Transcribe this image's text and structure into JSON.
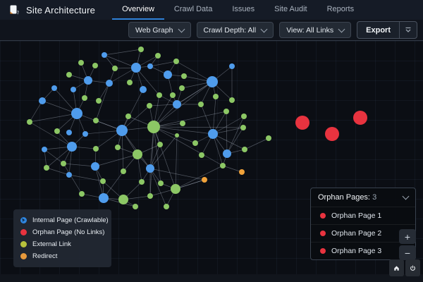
{
  "app": {
    "title": "Site Architecture"
  },
  "nav": {
    "tabs": [
      {
        "label": "Overview",
        "active": true
      },
      {
        "label": "Crawl Data",
        "active": false
      },
      {
        "label": "Issues",
        "active": false
      },
      {
        "label": "Site Audit",
        "active": false
      },
      {
        "label": "Reports",
        "active": false
      }
    ]
  },
  "toolbar": {
    "graph_type_dropdown": "Web Graph",
    "crawl_depth_dropdown": "Crawl Depth: All",
    "view_dropdown": "View: All Links",
    "export_label": "Export"
  },
  "legend": {
    "items": [
      {
        "label": "Internal Page (Crawlable)",
        "color": "#2f86e0",
        "icon": "cursor-badge"
      },
      {
        "label": "Orphan Page (No Links)",
        "color": "#e8333f",
        "icon": "dot"
      },
      {
        "label": "External Link",
        "color": "#b8c23c",
        "icon": "dot"
      },
      {
        "label": "Redirect",
        "color": "#e89a3c",
        "icon": "dot"
      }
    ]
  },
  "orphan_panel": {
    "title": "Orphan Pages:",
    "count": "3",
    "dot_color": "#e8333f",
    "items": [
      {
        "label": "Orphan Page 1"
      },
      {
        "label": "Orphan Page 2"
      },
      {
        "label": "Orphan Page 3"
      }
    ]
  },
  "zoom_controls": {
    "zoom_in": "+",
    "zoom_out": "−"
  },
  "graph": {
    "colors": {
      "b": "#4f9cec",
      "g": "#8cc765",
      "o": "#f0a23a",
      "r": "#e8333f"
    },
    "edge_color": "rgba(195,205,220,0.38)",
    "nodes": [
      [
        148,
        78,
        4,
        "b"
      ],
      [
        193,
        96,
        7,
        "b"
      ],
      [
        213,
        94,
        4,
        "b"
      ],
      [
        125,
        114,
        6,
        "b"
      ],
      [
        155,
        118,
        5,
        "b"
      ],
      [
        238,
        106,
        6,
        "b"
      ],
      [
        301,
        116,
        8,
        "b"
      ],
      [
        329,
        94,
        4,
        "b"
      ],
      [
        77,
        125,
        4,
        "b"
      ],
      [
        104,
        127,
        4,
        "b"
      ],
      [
        203,
        127,
        5,
        "b"
      ],
      [
        60,
        143,
        5,
        "b"
      ],
      [
        109,
        161,
        8,
        "b"
      ],
      [
        251,
        148,
        6,
        "b"
      ],
      [
        173,
        185,
        8,
        "b"
      ],
      [
        98,
        188,
        4,
        "b"
      ],
      [
        121,
        190,
        4,
        "b"
      ],
      [
        302,
        190,
        7,
        "b"
      ],
      [
        63,
        212,
        4,
        "b"
      ],
      [
        102,
        208,
        7,
        "b"
      ],
      [
        322,
        218,
        6,
        "b"
      ],
      [
        135,
        236,
        6,
        "b"
      ],
      [
        213,
        239,
        6,
        "b"
      ],
      [
        98,
        248,
        4,
        "b"
      ],
      [
        147,
        281,
        7,
        "b"
      ],
      [
        200,
        70,
        4,
        "g"
      ],
      [
        224,
        79,
        4,
        "g"
      ],
      [
        250,
        87,
        4,
        "g"
      ],
      [
        115,
        89,
        4,
        "g"
      ],
      [
        135,
        93,
        4,
        "g"
      ],
      [
        163,
        97,
        4,
        "g"
      ],
      [
        98,
        106,
        4,
        "g"
      ],
      [
        184,
        117,
        4,
        "g"
      ],
      [
        261,
        108,
        4,
        "g"
      ],
      [
        120,
        139,
        4,
        "g"
      ],
      [
        140,
        143,
        4,
        "g"
      ],
      [
        226,
        135,
        4,
        "g"
      ],
      [
        245,
        135,
        4,
        "g"
      ],
      [
        258,
        125,
        4,
        "g"
      ],
      [
        306,
        137,
        4,
        "g"
      ],
      [
        329,
        142,
        4,
        "g"
      ],
      [
        42,
        173,
        4,
        "g"
      ],
      [
        81,
        186,
        4,
        "g"
      ],
      [
        136,
        171,
        4,
        "g"
      ],
      [
        182,
        165,
        4,
        "g"
      ],
      [
        212,
        150,
        4,
        "g"
      ],
      [
        218,
        180,
        9,
        "g"
      ],
      [
        251,
        192,
        3,
        "g"
      ],
      [
        259,
        175,
        4,
        "g"
      ],
      [
        285,
        148,
        4,
        "g"
      ],
      [
        321,
        158,
        4,
        "g"
      ],
      [
        346,
        165,
        4,
        "g"
      ],
      [
        345,
        181,
        4,
        "g"
      ],
      [
        90,
        232,
        4,
        "g"
      ],
      [
        66,
        238,
        4,
        "g"
      ],
      [
        136,
        211,
        4,
        "g"
      ],
      [
        167,
        209,
        4,
        "g"
      ],
      [
        195,
        219,
        7,
        "g"
      ],
      [
        227,
        205,
        4,
        "g"
      ],
      [
        277,
        203,
        4,
        "g"
      ],
      [
        286,
        220,
        4,
        "g"
      ],
      [
        316,
        235,
        4,
        "g"
      ],
      [
        347,
        212,
        4,
        "g"
      ],
      [
        146,
        257,
        4,
        "g"
      ],
      [
        175,
        243,
        4,
        "g"
      ],
      [
        201,
        258,
        4,
        "g"
      ],
      [
        228,
        260,
        4,
        "g"
      ],
      [
        175,
        283,
        7,
        "g"
      ],
      [
        213,
        278,
        4,
        "g"
      ],
      [
        249,
        268,
        7,
        "g"
      ],
      [
        192,
        293,
        4,
        "g"
      ],
      [
        236,
        293,
        4,
        "g"
      ],
      [
        116,
        275,
        4,
        "g"
      ],
      [
        381,
        196,
        4,
        "g"
      ],
      [
        290,
        255,
        4,
        "o"
      ],
      [
        343,
        244,
        4,
        "o"
      ],
      [
        429,
        174,
        10,
        "r"
      ],
      [
        471,
        190,
        10,
        "r"
      ],
      [
        511,
        167,
        10,
        "r"
      ]
    ],
    "edges": [
      [
        1,
        0
      ],
      [
        1,
        2
      ],
      [
        1,
        30
      ],
      [
        1,
        32
      ],
      [
        1,
        25
      ],
      [
        1,
        26
      ],
      [
        1,
        4
      ],
      [
        1,
        10
      ],
      [
        1,
        36
      ],
      [
        6,
        7
      ],
      [
        6,
        33
      ],
      [
        6,
        38
      ],
      [
        6,
        39
      ],
      [
        6,
        40
      ],
      [
        6,
        49
      ],
      [
        6,
        27
      ],
      [
        6,
        13
      ],
      [
        12,
        8
      ],
      [
        12,
        9
      ],
      [
        12,
        16
      ],
      [
        12,
        41
      ],
      [
        12,
        42
      ],
      [
        12,
        34
      ],
      [
        12,
        11
      ],
      [
        12,
        15
      ],
      [
        12,
        14
      ],
      [
        14,
        44
      ],
      [
        14,
        43
      ],
      [
        14,
        45
      ],
      [
        14,
        46
      ],
      [
        14,
        56
      ],
      [
        14,
        57
      ],
      [
        14,
        16
      ],
      [
        14,
        22
      ],
      [
        14,
        64
      ],
      [
        14,
        55
      ],
      [
        14,
        10
      ],
      [
        46,
        45
      ],
      [
        46,
        44
      ],
      [
        46,
        36
      ],
      [
        46,
        37
      ],
      [
        46,
        48
      ],
      [
        46,
        58
      ],
      [
        46,
        59
      ],
      [
        46,
        61
      ],
      [
        46,
        66
      ],
      [
        46,
        68
      ],
      [
        46,
        17
      ],
      [
        46,
        6
      ],
      [
        46,
        69
      ],
      [
        46,
        50
      ],
      [
        46,
        52
      ],
      [
        46,
        22
      ],
      [
        46,
        13
      ],
      [
        17,
        49
      ],
      [
        17,
        50
      ],
      [
        17,
        51
      ],
      [
        17,
        52
      ],
      [
        17,
        59
      ],
      [
        17,
        60
      ],
      [
        17,
        61
      ],
      [
        17,
        20
      ],
      [
        17,
        62
      ],
      [
        17,
        39
      ],
      [
        19,
        18
      ],
      [
        19,
        53
      ],
      [
        19,
        54
      ],
      [
        19,
        42
      ],
      [
        19,
        23
      ],
      [
        19,
        55
      ],
      [
        19,
        41
      ],
      [
        19,
        16
      ],
      [
        21,
        53
      ],
      [
        21,
        63
      ],
      [
        21,
        55
      ],
      [
        21,
        57
      ],
      [
        22,
        65
      ],
      [
        22,
        66
      ],
      [
        22,
        68
      ],
      [
        22,
        58
      ],
      [
        22,
        57
      ],
      [
        22,
        71
      ],
      [
        22,
        47
      ],
      [
        24,
        63
      ],
      [
        24,
        67
      ],
      [
        24,
        70
      ],
      [
        24,
        72
      ],
      [
        24,
        64
      ],
      [
        24,
        21
      ],
      [
        67,
        70
      ],
      [
        67,
        65
      ],
      [
        67,
        63
      ],
      [
        67,
        68
      ],
      [
        69,
        71
      ],
      [
        69,
        68
      ],
      [
        69,
        66
      ],
      [
        69,
        61
      ],
      [
        69,
        74
      ],
      [
        69,
        47
      ],
      [
        5,
        27
      ],
      [
        5,
        2
      ],
      [
        5,
        33
      ],
      [
        5,
        37
      ],
      [
        13,
        38
      ],
      [
        13,
        37
      ],
      [
        13,
        36
      ],
      [
        13,
        49
      ],
      [
        13,
        45
      ],
      [
        13,
        6
      ],
      [
        3,
        28
      ],
      [
        3,
        29
      ],
      [
        3,
        31
      ],
      [
        3,
        9
      ],
      [
        3,
        34
      ],
      [
        3,
        4
      ],
      [
        4,
        30
      ],
      [
        4,
        35
      ],
      [
        4,
        43
      ],
      [
        20,
        51
      ],
      [
        20,
        52
      ],
      [
        20,
        62
      ],
      [
        20,
        61
      ],
      [
        20,
        50
      ],
      [
        0,
        25
      ],
      [
        0,
        30
      ],
      [
        2,
        26
      ],
      [
        2,
        27
      ],
      [
        57,
        56
      ],
      [
        57,
        64
      ],
      [
        57,
        65
      ],
      [
        57,
        58
      ],
      [
        11,
        41
      ],
      [
        11,
        8
      ],
      [
        18,
        54
      ],
      [
        18,
        53
      ],
      [
        23,
        54
      ],
      [
        23,
        63
      ],
      [
        7,
        40
      ],
      [
        72,
        53
      ],
      [
        61,
        75
      ],
      [
        74,
        22
      ],
      [
        74,
        69
      ],
      [
        73,
        62
      ]
    ]
  }
}
